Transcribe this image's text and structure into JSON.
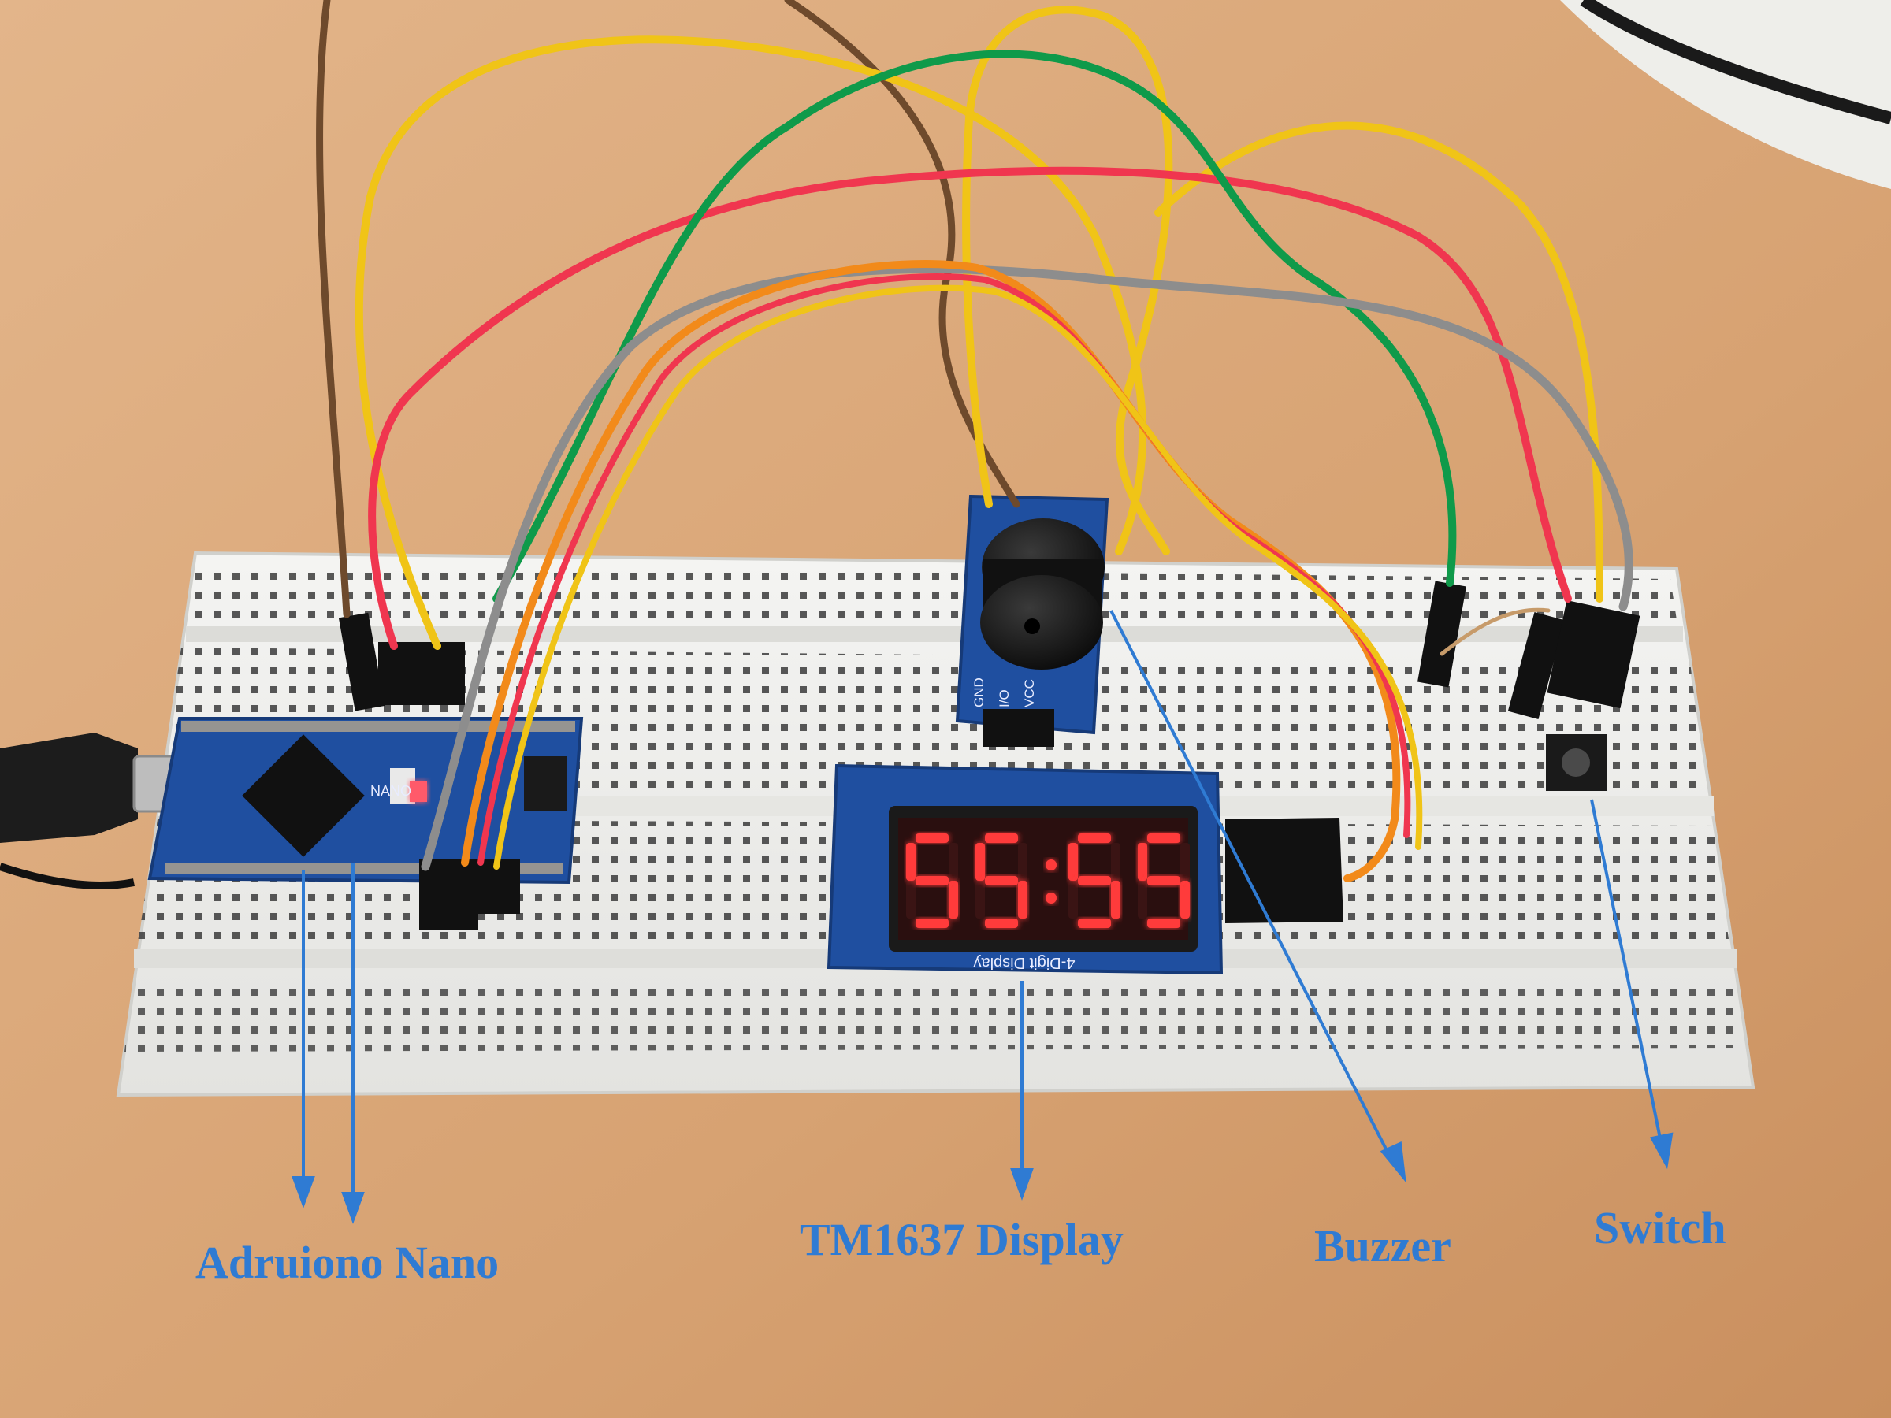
{
  "labels": {
    "nano": "Adruiono Nano",
    "display": "TM1637 Display",
    "buzzer": "Buzzer",
    "switch": "Switch"
  },
  "display_readout": {
    "digits": [
      "5",
      "5",
      "5",
      "5"
    ],
    "colon": ":"
  },
  "module_text": {
    "nano_silk": "NANO",
    "display_silk": "4-Digit Display",
    "buzzer_pins": [
      "GND",
      "I/O",
      "VCC"
    ]
  },
  "colors": {
    "annotation": "#2f7bd3",
    "desk": "#d9a778",
    "breadboard": "#f2f2f0",
    "pcb_blue": "#1f4fa0",
    "segment_on": "#ff3a3a",
    "wire_yellow": "#f0c417",
    "wire_red": "#f0364f",
    "wire_green": "#0f9a4a",
    "wire_gray": "#8d8d8d",
    "wire_brown": "#6e4a2c",
    "wire_orange": "#f28a1a"
  }
}
